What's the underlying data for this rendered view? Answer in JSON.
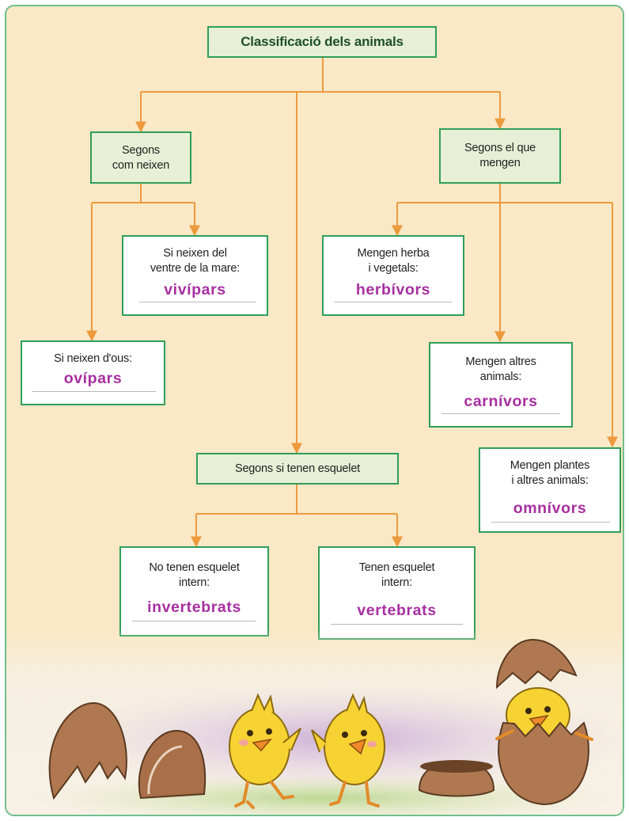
{
  "diagram": {
    "title": "Classificació dels animals",
    "birth": {
      "heading": [
        "Segons",
        "com neixen"
      ],
      "viviparous": {
        "prompt": [
          "Si neixen del",
          "ventre de la mare:"
        ],
        "answer": "vivípars"
      },
      "oviparous": {
        "prompt": [
          "Si neixen d'ous:"
        ],
        "answer": "ovípars"
      }
    },
    "diet": {
      "heading": [
        "Segons el que",
        "mengen"
      ],
      "herbivores": {
        "prompt": [
          "Mengen herba",
          "i vegetals:"
        ],
        "answer": "herbívors"
      },
      "carnivores": {
        "prompt": [
          "Mengen altres",
          "animals:"
        ],
        "answer": "carnívors"
      },
      "omnivores": {
        "prompt": [
          "Mengen plantes",
          "i altres animals:"
        ],
        "answer": "omnívors"
      }
    },
    "skeleton": {
      "heading": [
        "Segons si tenen esquelet"
      ],
      "invertebrates": {
        "prompt": [
          "No tenen esquelet",
          "intern:"
        ],
        "answer": "invertebrats"
      },
      "vertebrates": {
        "prompt": [
          "Tenen esquelet",
          "intern:"
        ],
        "answer": "vertebrats"
      }
    }
  },
  "colors": {
    "panel_background": "#fbe8c6",
    "panel_border": "#6fbf8a",
    "box_border": "#2f9e5a",
    "heading_fill": "#e7f0d6",
    "connector": "#ec9a3e",
    "answer_text": "#a62fa0",
    "egg_shell": "#b07850",
    "chick": "#f6d233"
  },
  "illustration": {
    "items": [
      "broken-egg-shell-icon",
      "chick-icon",
      "chick-icon",
      "empty-eggshell-icon",
      "chick-hatching-icon"
    ]
  }
}
